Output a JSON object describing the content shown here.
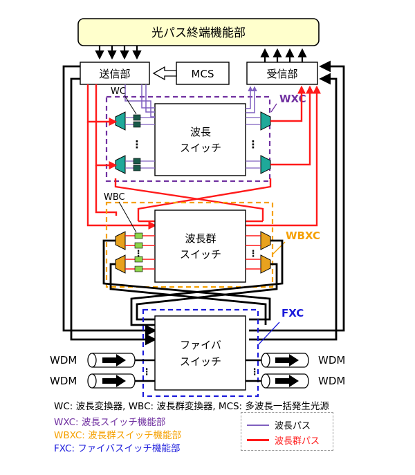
{
  "blocks": {
    "termination": "光パス終端機能部",
    "transmitter": "送信部",
    "mcs": "MCS",
    "receiver": "受信部",
    "wavelength_switch": [
      "波長",
      "スイッチ"
    ],
    "waveband_switch": [
      "波長群",
      "スイッチ"
    ],
    "fiber_switch": [
      "ファイバ",
      "スイッチ"
    ]
  },
  "labels": {
    "wc": "WC",
    "wbc": "WBC",
    "wxc": "WXC",
    "wbxc": "WBXC",
    "fxc": "FXC",
    "wdm": "WDM",
    "dots": "⋮"
  },
  "legend": {
    "line1": "WC: 波長変換器, WBC: 波長群変換器, MCS: 多波長一括発生光源",
    "line2": "WXC: 波長スイッチ機能部",
    "line3": "WBXC: 波長群スイッチ機能部",
    "line4": "FXC: ファイバスイッチ機能部",
    "wavelength_path": "波長パス",
    "waveband_path": "波長群パス"
  },
  "colors": {
    "wxc": "#7030a0",
    "wbxc": "#f5a000",
    "fxc": "#1a1adb",
    "red_path": "#ff1a1a",
    "purple_path": "#7f5fbf",
    "top_box_fill": "#ffffcc",
    "wc_fill": "#1fa99a",
    "wbc_fill": "#e8a21e"
  }
}
